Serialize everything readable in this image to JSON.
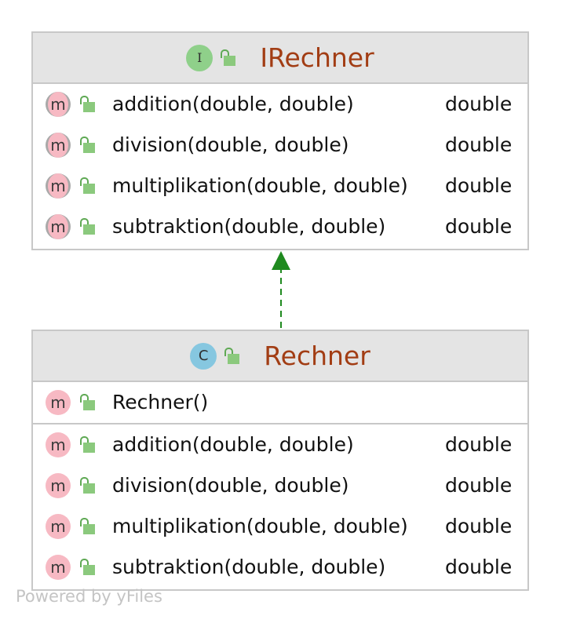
{
  "diagram": {
    "interface": {
      "badge": "I",
      "title": "IRechner",
      "methods": [
        {
          "name": "addition(double, double)",
          "type": "double",
          "icon": "m"
        },
        {
          "name": "division(double, double)",
          "type": "double",
          "icon": "m"
        },
        {
          "name": "multiplikation(double, double)",
          "type": "double",
          "icon": "m"
        },
        {
          "name": "subtraktion(double, double)",
          "type": "double",
          "icon": "m"
        }
      ]
    },
    "class": {
      "badge": "C",
      "title": "Rechner",
      "constructors": [
        {
          "name": "Rechner()",
          "icon": "m"
        }
      ],
      "methods": [
        {
          "name": "addition(double, double)",
          "type": "double",
          "icon": "m"
        },
        {
          "name": "division(double, double)",
          "type": "double",
          "icon": "m"
        },
        {
          "name": "multiplikation(double, double)",
          "type": "double",
          "icon": "m"
        },
        {
          "name": "subtraktion(double, double)",
          "type": "double",
          "icon": "m"
        }
      ]
    },
    "relation": {
      "type": "realization",
      "from": "Rechner",
      "to": "IRechner",
      "color": "#1f8a1f"
    },
    "footer": "Powered by yFiles",
    "colors": {
      "title": "#a23d14",
      "header_bg": "#e4e4e4",
      "border": "#c8c8c8",
      "method_icon": "#f7b9c3",
      "interface_badge": "#8fd08a",
      "class_badge": "#86c7e0"
    }
  }
}
